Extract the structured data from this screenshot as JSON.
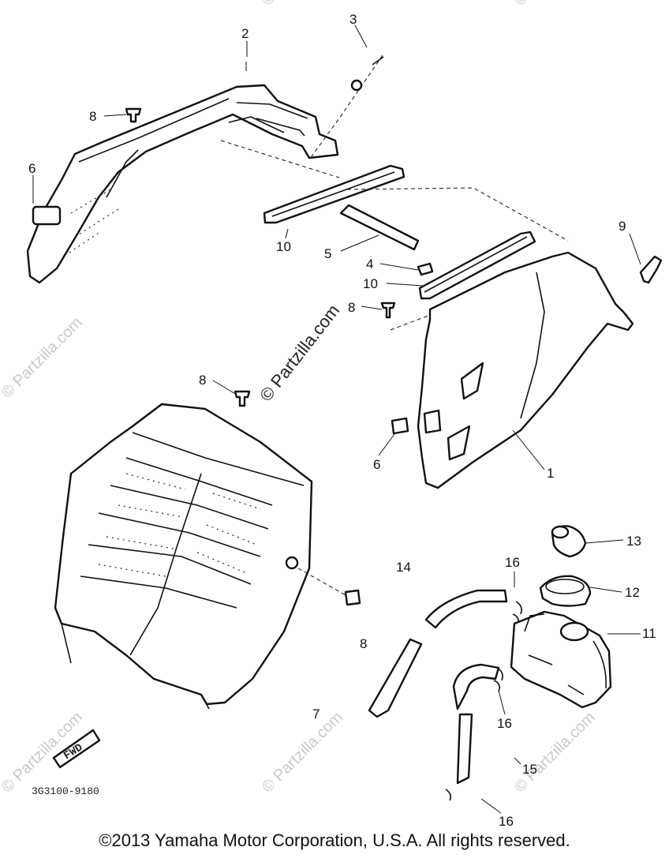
{
  "diagram": {
    "callouts": {
      "c1": "1",
      "c2": "2",
      "c3": "3",
      "c4": "4",
      "c5": "5",
      "c6a": "6",
      "c6b": "6",
      "c7": "7",
      "c8a": "8",
      "c8b": "8",
      "c8c": "8",
      "c8d": "8",
      "c9": "9",
      "c10a": "10",
      "c10b": "10",
      "c11": "11",
      "c12": "12",
      "c13": "13",
      "c14": "14",
      "c15": "15",
      "c16a": "16",
      "c16b": "16",
      "c16c": "16"
    },
    "fwd_label": "FWD",
    "drawing_code": "3G3100-9180",
    "watermark": "© Partzilla.com",
    "watermark_center": "© Partzilla.com"
  },
  "footer": {
    "copyright": "©2013  Yamaha Motor Corporation, U.S.A. All rights reserved."
  }
}
